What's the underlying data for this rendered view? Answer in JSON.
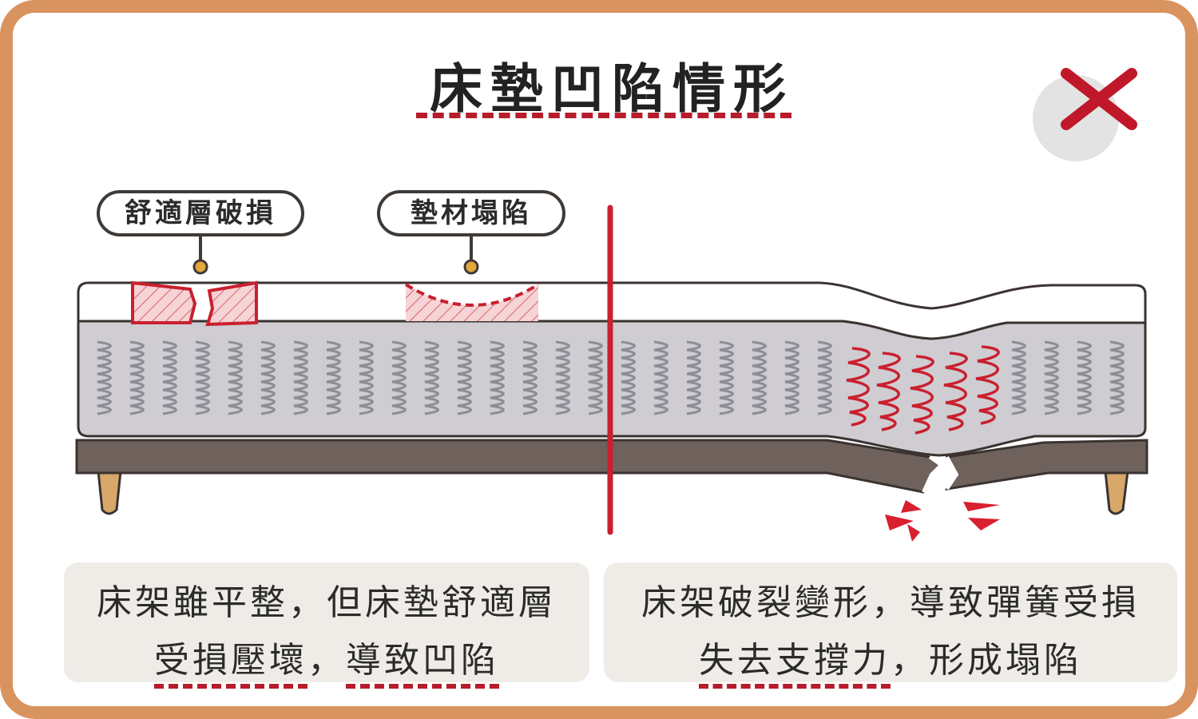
{
  "title": "床墊凹陷情形",
  "close_mark": "✕",
  "callouts": {
    "comfort_layer_damage": "舒適層破損",
    "padding_collapse": "墊材塌陷"
  },
  "captions": {
    "left": {
      "line1": "床架雖平整，但床墊舒適層",
      "line2_highlight_a": "受損壓壞",
      "line2_sep": "，",
      "line2_highlight_b": "導致凹陷"
    },
    "right": {
      "line1": "床架破裂變形，導致彈簧受損",
      "line2_highlight": "失去支撐力",
      "line2_rest": "，形成塌陷"
    }
  },
  "colors": {
    "frame_border": "#d9935f",
    "accent_red": "#b71c2b",
    "spring_gray": "#8e8c96",
    "spring_layer": "#cfcdd1",
    "base": "#6f625c",
    "leg": "#d7a86a",
    "caption_bg": "#efece7"
  }
}
